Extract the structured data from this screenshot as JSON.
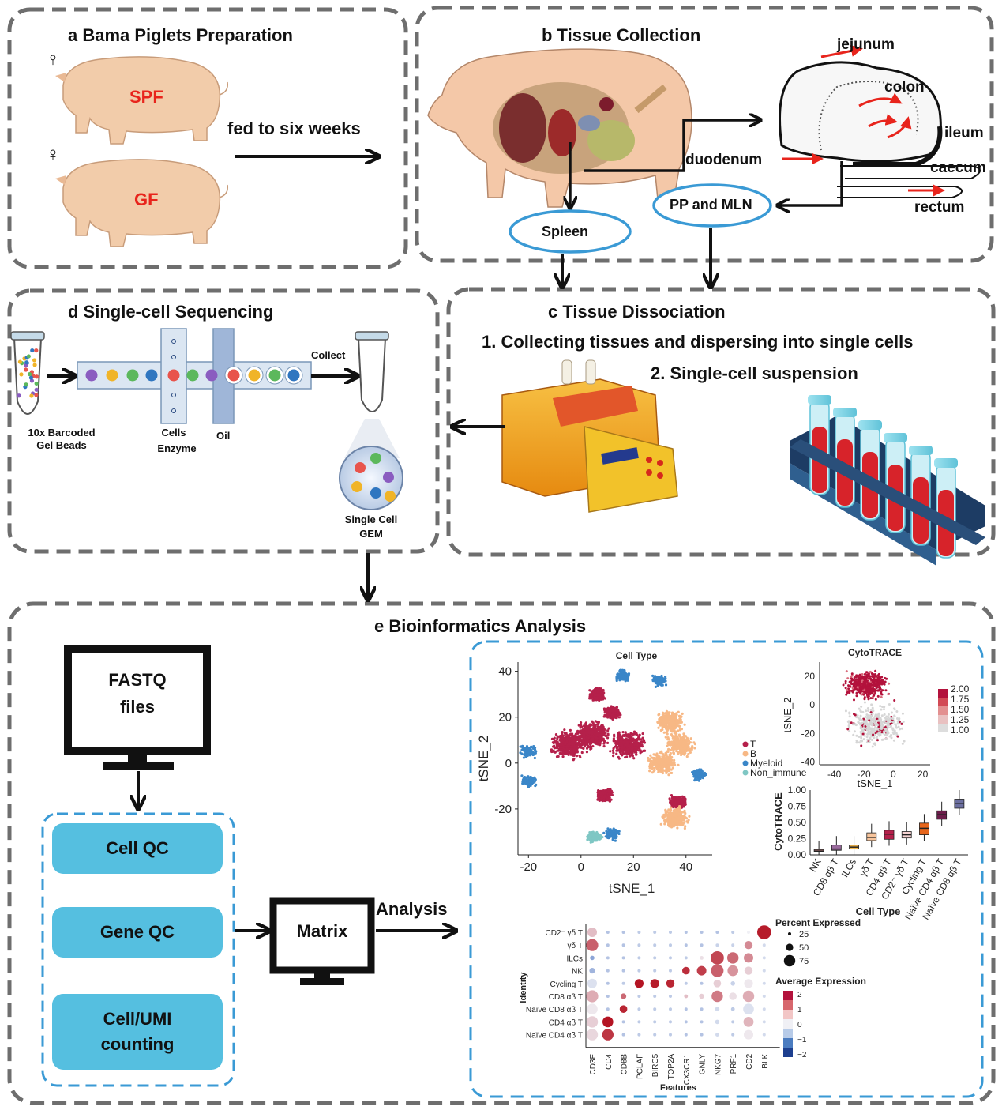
{
  "panels": {
    "a": {
      "title": "a Bama Piglets Preparation",
      "symbol": "♀",
      "groups": [
        "SPF",
        "GF"
      ],
      "arrow_label": "fed to six weeks"
    },
    "b": {
      "title": "b Tissue Collection",
      "gut_labels": [
        "jejunum",
        "colon",
        "ileum",
        "duodenum",
        "caecum",
        "rectum"
      ],
      "tissues": [
        "Spleen",
        "PP and MLN"
      ]
    },
    "c": {
      "title": "c Tissue Dissociation",
      "step1": "1. Collecting tissues and dispersing into single cells",
      "step2": "2. Single-cell suspension"
    },
    "d": {
      "title": "d Single-cell Sequencing",
      "gel_beads_line1": "10x Barcoded",
      "gel_beads_line2": "Gel Beads",
      "cells_line1": "Cells",
      "cells_line2": "Enzyme",
      "oil": "Oil",
      "collect": "Collect",
      "gem_line1": "Single Cell",
      "gem_line2": "GEM"
    },
    "e": {
      "title": "e Bioinformatics Analysis",
      "fastq_line1": "FASTQ",
      "fastq_line2": "files",
      "qc_steps": [
        "Cell QC",
        "Gene QC"
      ],
      "counting_line1": "Cell/UMI",
      "counting_line2": "counting",
      "matrix": "Matrix",
      "analysis": "Analysis"
    }
  },
  "colors": {
    "red_label": "#e8241c",
    "panel_border": "#6e6e6e",
    "ellipse_border": "#3a9ad5",
    "dashed_blue": "#3a9ad5",
    "qc_fill": "#55bfe0",
    "cluster_T": "#b5204b",
    "cluster_B": "#f7b885",
    "cluster_Myeloid": "#3a86c8",
    "cluster_Non_immune": "#7fc7c4"
  },
  "chart_data": [
    {
      "type": "scatter",
      "title": "Cell Type",
      "xlabel": "tSNE_1",
      "ylabel": "tSNE_2",
      "xticks": [
        -20,
        0,
        20,
        40
      ],
      "yticks": [
        40,
        20,
        0,
        -20
      ],
      "legend": [
        "T",
        "B",
        "Myeloid",
        "Non_immune"
      ],
      "legend_position": "right",
      "series": [
        {
          "name": "T",
          "color": "#b5204b",
          "centers": [
            [
              4,
              12
            ],
            [
              -5,
              8
            ],
            [
              18,
              8
            ],
            [
              12,
              22
            ],
            [
              9,
              -14
            ],
            [
              37,
              -17
            ],
            [
              6,
              30
            ]
          ]
        },
        {
          "name": "B",
          "color": "#f7b885",
          "centers": [
            [
              34,
              18
            ],
            [
              38,
              8
            ],
            [
              31,
              0
            ],
            [
              36,
              -24
            ]
          ]
        },
        {
          "name": "Myeloid",
          "color": "#3a86c8",
          "centers": [
            [
              12,
              -31
            ],
            [
              16,
              38
            ],
            [
              30,
              36
            ],
            [
              -20,
              -8
            ],
            [
              -20,
              5
            ],
            [
              45,
              -5
            ]
          ]
        },
        {
          "name": "Non_immune",
          "color": "#7fc7c4",
          "centers": [
            [
              5,
              -32
            ]
          ]
        }
      ]
    },
    {
      "type": "scatter",
      "title": "CytoTRACE",
      "xlabel": "tSNE_1",
      "ylabel": "tSNE_2",
      "xticks": [
        -40,
        -20,
        0,
        20
      ],
      "yticks": [
        20,
        0,
        -20,
        -40
      ],
      "colorbar": {
        "ticks": [
          "2.00",
          "1.75",
          "1.50",
          "1.25",
          "1.00"
        ],
        "low": "#dddddd",
        "high": "#b3123c"
      }
    },
    {
      "type": "box",
      "ylabel": "CytoTRACE",
      "xlabel": "Cell Type",
      "yticks": [
        "1.00",
        "0.75",
        "0.50",
        "0.25",
        "0.00"
      ],
      "categories": [
        "NK",
        "CD8 αβ T",
        "ILCs",
        "γδ T",
        "CD4 αβ T",
        "CD2⁻ γδ T",
        "Cycling T",
        "Naïve CD4 αβ T",
        "Naïve CD8 αβ T"
      ],
      "medians": [
        0.06,
        0.09,
        0.12,
        0.27,
        0.32,
        0.31,
        0.41,
        0.62,
        0.79
      ],
      "q1": [
        0.05,
        0.07,
        0.09,
        0.22,
        0.24,
        0.26,
        0.31,
        0.55,
        0.72
      ],
      "q3": [
        0.08,
        0.15,
        0.15,
        0.34,
        0.38,
        0.36,
        0.49,
        0.68,
        0.86
      ],
      "colors": [
        "#f59a9a",
        "#9b6b9e",
        "#f3b648",
        "#f7c49c",
        "#b5204b",
        "#f6d3d3",
        "#e7661c",
        "#6b1d4a",
        "#6c6fa0"
      ]
    },
    {
      "type": "heatmap",
      "subtype": "dotplot",
      "xlabel": "Features",
      "ylabel": "Identity",
      "features": [
        "CD3E",
        "CD4",
        "CD8B",
        "PCLAF",
        "BIRC5",
        "TOP2A",
        "CX3CR1",
        "GNLY",
        "NKG7",
        "PRF1",
        "CD2",
        "BLK"
      ],
      "identities": [
        "CD2⁻ γδ T",
        "γδ T",
        "ILCs",
        "NK",
        "Cycling T",
        "CD8 αβ T",
        "Naïve CD8 αβ T",
        "CD4 αβ T",
        "Naïve CD4 αβ T"
      ],
      "size_legend_title": "Percent Expressed",
      "size_legend": [
        "25",
        "50",
        "75"
      ],
      "color_legend_title": "Average Expression",
      "color_ticks": [
        "2",
        "1",
        "0",
        "−1",
        "−2"
      ],
      "pct": [
        [
          60,
          10,
          10,
          10,
          10,
          10,
          10,
          10,
          10,
          10,
          10,
          95
        ],
        [
          80,
          10,
          10,
          10,
          10,
          10,
          10,
          10,
          10,
          10,
          50,
          10
        ],
        [
          20,
          10,
          10,
          10,
          10,
          10,
          10,
          15,
          90,
          75,
          60,
          10
        ],
        [
          30,
          10,
          10,
          10,
          10,
          10,
          45,
          60,
          85,
          70,
          50,
          10
        ],
        [
          60,
          10,
          10,
          55,
          55,
          50,
          10,
          10,
          45,
          20,
          55,
          10
        ],
        [
          80,
          10,
          30,
          10,
          10,
          10,
          15,
          25,
          75,
          45,
          75,
          10
        ],
        [
          70,
          10,
          45,
          10,
          10,
          10,
          10,
          10,
          20,
          15,
          70,
          10
        ],
        [
          75,
          70,
          10,
          10,
          10,
          10,
          10,
          10,
          20,
          10,
          65,
          10
        ],
        [
          75,
          75,
          10,
          10,
          10,
          10,
          10,
          10,
          15,
          10,
          60,
          10
        ]
      ],
      "avg": [
        [
          0.6,
          -0.6,
          -0.6,
          -0.5,
          -0.5,
          -0.5,
          -0.6,
          -0.6,
          -0.6,
          -0.5,
          0.0,
          2.5
        ],
        [
          1.7,
          -0.6,
          -0.6,
          -0.5,
          -0.5,
          -0.5,
          -0.6,
          -0.6,
          -0.4,
          -0.4,
          1.2,
          -0.3
        ],
        [
          -1.0,
          -0.6,
          -0.6,
          -0.5,
          -0.5,
          -0.5,
          -0.5,
          0.2,
          2.0,
          1.6,
          1.2,
          -0.3
        ],
        [
          -0.8,
          -0.6,
          -0.6,
          -0.5,
          -0.5,
          -0.5,
          2.3,
          2.1,
          1.7,
          1.1,
          0.4,
          -0.3
        ],
        [
          -0.2,
          -0.6,
          -0.5,
          2.6,
          2.5,
          2.4,
          -0.5,
          -0.6,
          0.4,
          -0.4,
          0.1,
          -0.3
        ],
        [
          0.8,
          -0.6,
          1.6,
          -0.5,
          -0.5,
          -0.5,
          0.6,
          0.4,
          1.4,
          0.2,
          0.8,
          -0.3
        ],
        [
          0.1,
          -0.6,
          2.4,
          -0.5,
          -0.5,
          -0.5,
          -0.6,
          -0.6,
          -0.3,
          -0.5,
          -0.2,
          -0.3
        ],
        [
          0.4,
          2.6,
          -0.6,
          -0.5,
          -0.5,
          -0.5,
          -0.6,
          -0.6,
          -0.3,
          -0.5,
          0.7,
          -0.3
        ],
        [
          0.3,
          2.2,
          -0.6,
          -0.5,
          -0.5,
          -0.5,
          -0.6,
          -0.6,
          -0.3,
          -0.5,
          0.1,
          -0.3
        ]
      ]
    }
  ]
}
